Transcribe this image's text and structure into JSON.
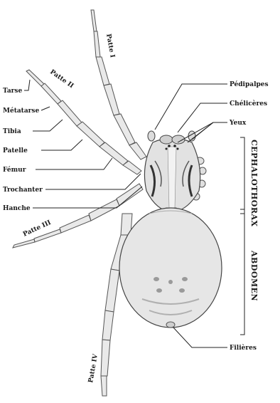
{
  "labels": {
    "patte_1": "Patte I",
    "patte_2": "Patte II",
    "patte_3": "Patte III",
    "patte_4": "Patte IV",
    "tarse": "Tarse",
    "metatarse": "Métatarse",
    "tibia": "Tibia",
    "patelle": "Patelle",
    "femur": "Fémur",
    "trochanter": "Trochanter",
    "hanche": "Hanche",
    "pedipalpes": "Pédipalpes",
    "cheliceres": "Chélicères",
    "yeux": "Yeux",
    "filieres": "Filières",
    "cephalothorax": "CEPHALOTHORAX",
    "abdomen": "ABDOMEN"
  },
  "colors": {
    "background": "#ffffff",
    "ink": "#1a1a1a",
    "body_fill": "#e6e6e6",
    "shading": "#9a9a9a"
  }
}
